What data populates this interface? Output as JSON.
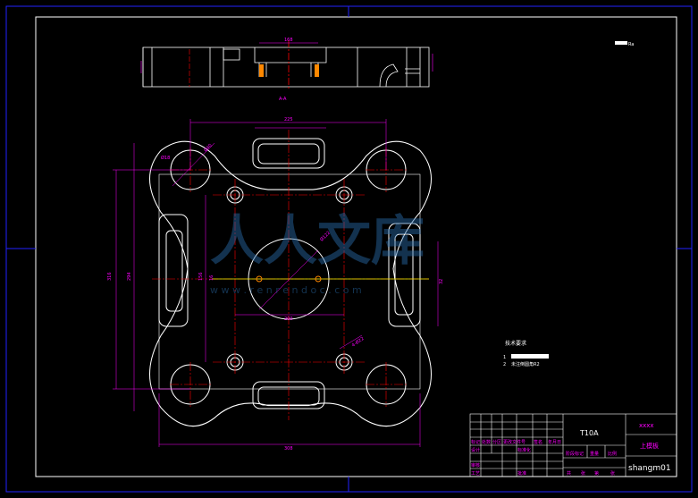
{
  "drawing": {
    "material": "T10A",
    "company": "xxxx",
    "part_name": "上模板",
    "drawing_no": "shangm01",
    "roughness_mark": "Ra",
    "section_label": "A-A"
  },
  "tech_requirements": {
    "title": "技术要求",
    "items": [
      {
        "num": "1",
        "text": ""
      },
      {
        "num": "2",
        "text": "未注倒圆角R2"
      }
    ]
  },
  "dimensions": {
    "top_width": "168",
    "plan_width": "225",
    "plan_height_outer": "316",
    "plan_height_inner": "294",
    "overall_width": "308",
    "hole_small": "Ø18",
    "hole_dia": "Ø30",
    "center_dia": "Ø122",
    "pitch_y": "156",
    "pitch_x": "200",
    "hole_tl": "Ø40",
    "hole_br": "4-Ø22",
    "side_dim": "32",
    "center_h": "16"
  },
  "title_block_labels": {
    "row1": [
      "标记",
      "处数",
      "分区",
      "更改文件号",
      "签名",
      "年月日"
    ],
    "row2": [
      "设计",
      "",
      "标准化"
    ],
    "row3": [
      "审核",
      ""
    ],
    "row4": [
      "工艺",
      "",
      "批准"
    ],
    "stage_labels": [
      "阶段标记",
      "重量",
      "比例"
    ],
    "sheet_labels": [
      "共",
      "张",
      "第",
      "张"
    ]
  },
  "watermark": {
    "logo_text": "人人文库",
    "url_text": "w w w . r e n r e n d o c . c o m"
  },
  "colors": {
    "background": "#000000",
    "lines": "#ffffff",
    "border": "#2222ff",
    "dimension": "#ff00ff",
    "center": "#ff0000",
    "yellow": "#ffff00"
  }
}
